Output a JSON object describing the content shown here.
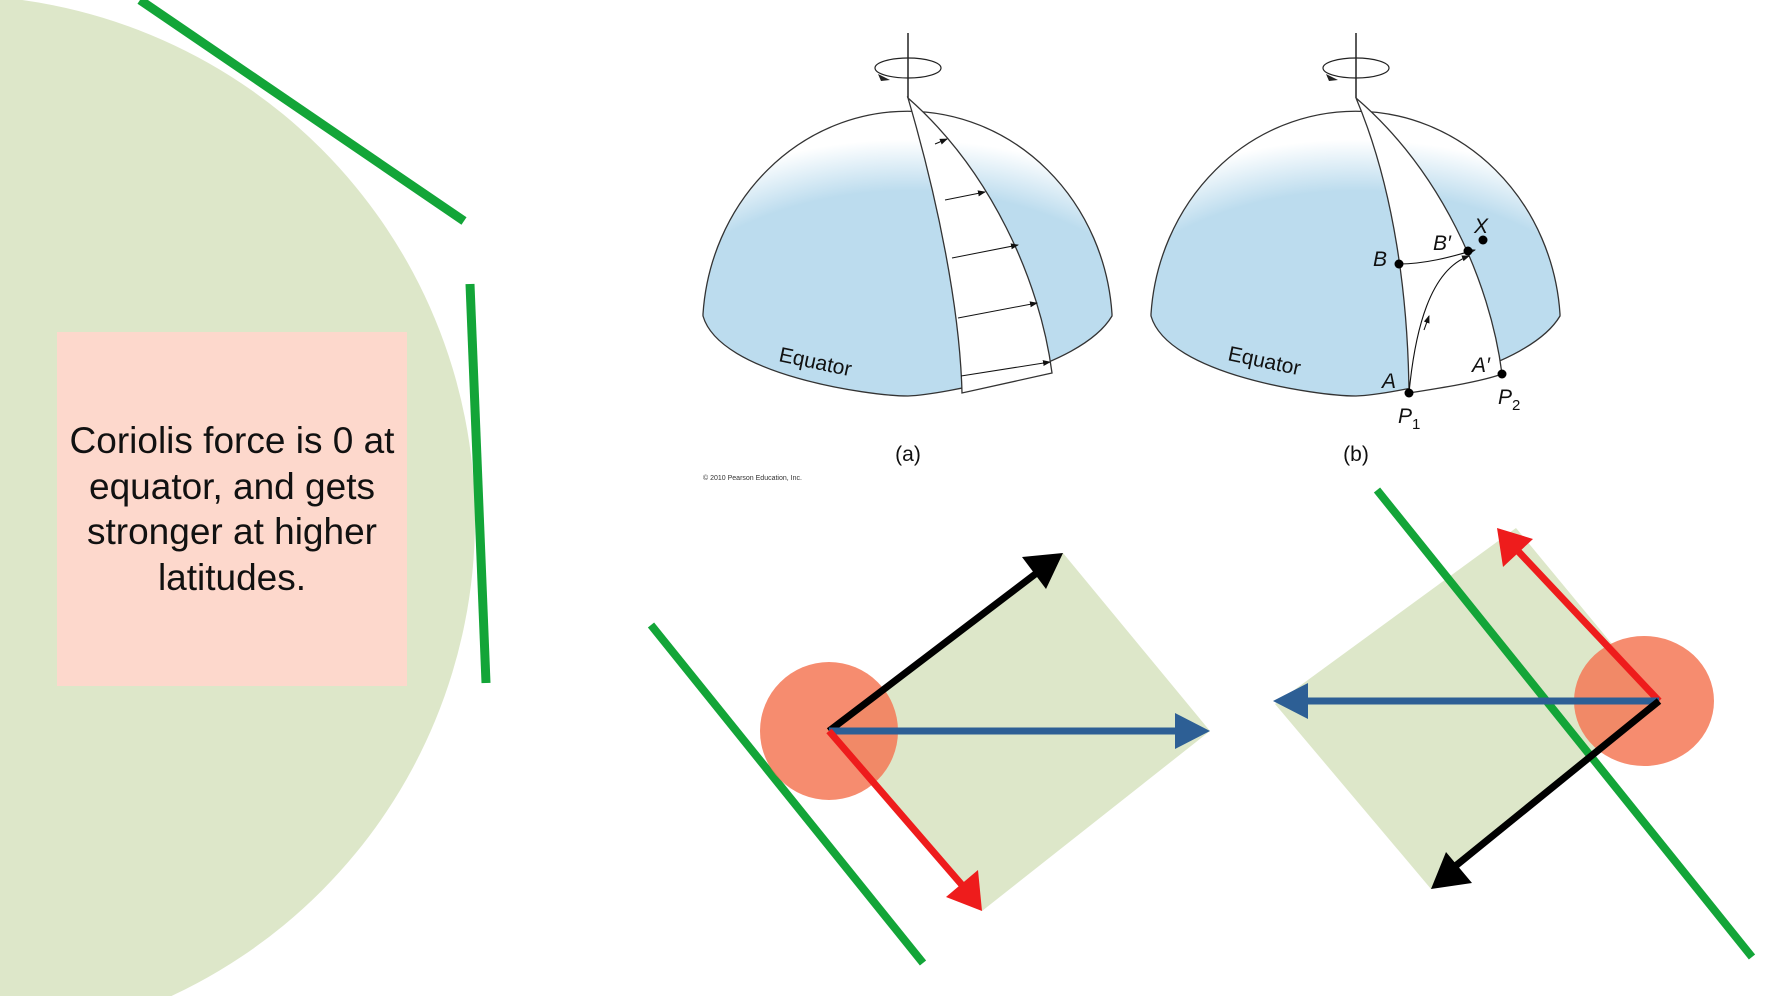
{
  "slide": {
    "caption": "Coriolis force is 0 at equator, and gets stronger at higher latitudes."
  },
  "figure": {
    "panel_a_label": "(a)",
    "panel_b_label": "(b)",
    "equator_label": "Equator",
    "copyright": "© 2010 Pearson Education, Inc.",
    "points": {
      "A": "A",
      "A_prime": "A′",
      "B": "B",
      "B_prime": "B′",
      "X": "X",
      "P1_letter": "P",
      "P1_sub": "1",
      "P2_letter": "P",
      "P2_sub": "2"
    }
  },
  "colors": {
    "circle_fill": "#dde7c9",
    "textbox_fill": "#fdd8cc",
    "green_line": "#13a538",
    "globe_blue": "#bcdcee",
    "red_arrow": "#ee1c1c",
    "blue_arrow": "#2d5f95",
    "black_arrow": "#000000",
    "orange_ball": "#f57856"
  }
}
